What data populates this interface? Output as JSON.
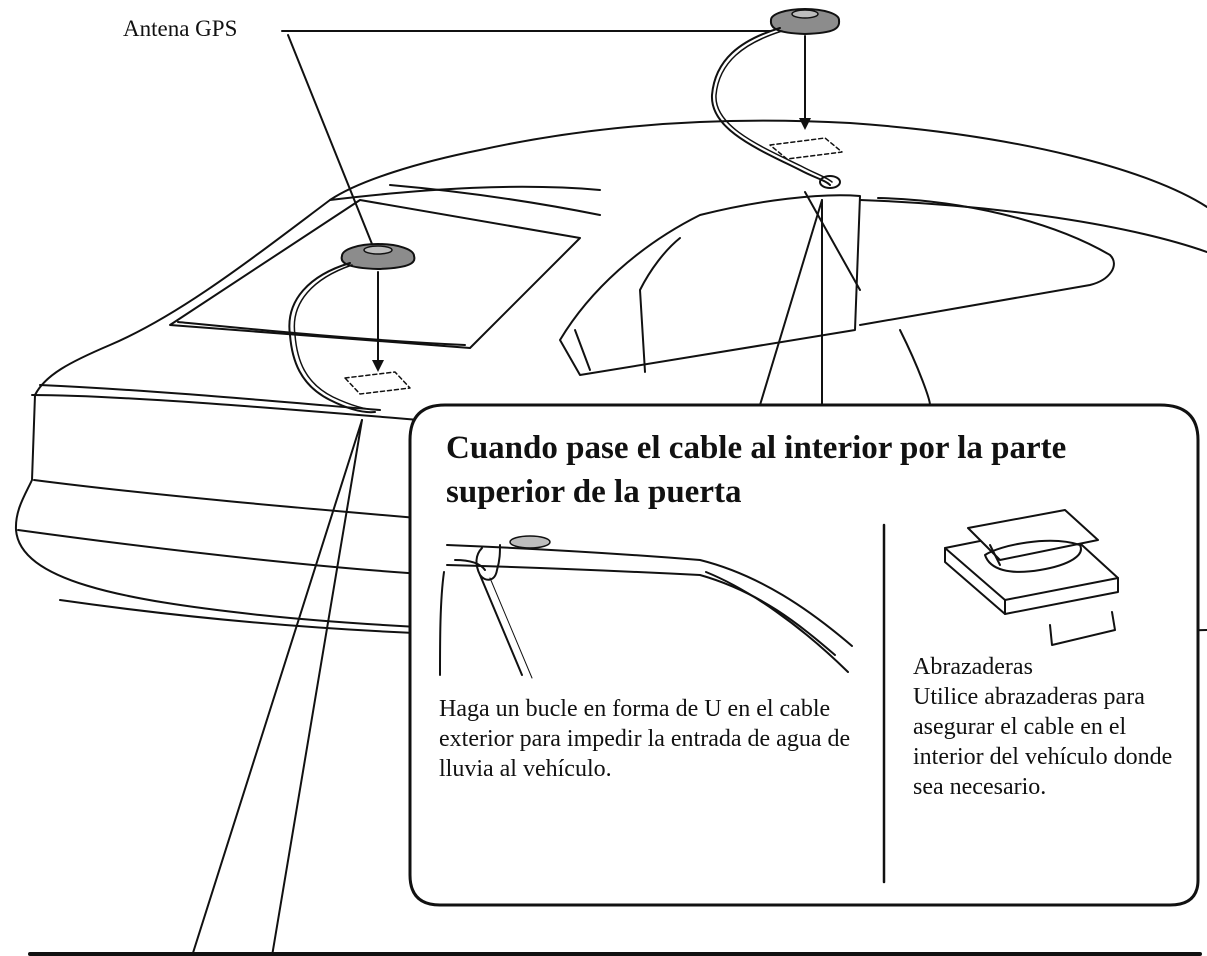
{
  "labels": {
    "antenna": "Antena GPS"
  },
  "callout": {
    "title": "Cuando pase el cable al interior por la parte superior de la puerta",
    "left_caption": "Haga un bucle en forma de U en el cable exterior para impedir la entrada de agua de lluvia al vehículo.",
    "right_heading": "Abrazaderas",
    "right_caption": "Utilice abrazaderas para asegurar el cable en el interior del vehículo donde sea necesario."
  },
  "colors": {
    "line": "#111111",
    "antenna_fill": "#8c8c8c",
    "background": "#ffffff"
  }
}
